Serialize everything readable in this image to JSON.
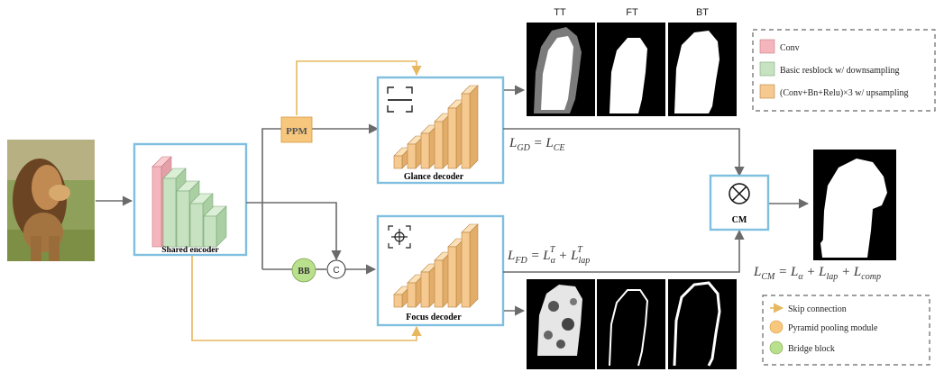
{
  "maps": {
    "tt_label": "TT",
    "ft_label": "FT",
    "bt_label": "BT"
  },
  "encoder": {
    "label": "Shared encoder"
  },
  "glance": {
    "label": "Glance decoder"
  },
  "focus": {
    "label": "Focus decoder"
  },
  "ppm": {
    "label": "PPM"
  },
  "bb": {
    "label": "BB"
  },
  "concat": {
    "label": "C"
  },
  "cm": {
    "label": "CM"
  },
  "losses": {
    "gd_lhs": "L",
    "gd_lhs_sub": "GD",
    "gd_eq": " = L",
    "gd_rhs_sub": "CE",
    "fd_lhs": "L",
    "fd_lhs_sub": "FD",
    "fd_eq": " = L",
    "fd_a_sub": "α",
    "fd_a_sup": "T",
    "fd_plus": " + L",
    "fd_lap_sub": "lap",
    "fd_lap_sup": "T",
    "cm_lhs": "L",
    "cm_lhs_sub": "CM",
    "cm_eq1": " = L",
    "cm_a_sub": "α",
    "cm_plus1": " + L",
    "cm_lap_sub": "lap",
    "cm_plus2": " + L",
    "cm_comp_sub": "comp"
  },
  "legend_top": {
    "conv": "Conv",
    "resblock": "Basic resblock w/ downsampling",
    "upsample": "(Conv+Bn+Relu)×3 w/ upsampling"
  },
  "legend_bottom": {
    "skip": "Skip connection",
    "ppm": "Pyramid pooling module",
    "bridge": "Bridge block"
  },
  "colors": {
    "box_border": "#7fbfdf",
    "conv": "#f4b6bc",
    "resblock": "#c6e2c0",
    "upsample": "#f5c98f",
    "ppm": "#f7c77e",
    "bridge": "#b9e08c",
    "skip": "#e8b860",
    "arrow": "#6b6b6b"
  }
}
